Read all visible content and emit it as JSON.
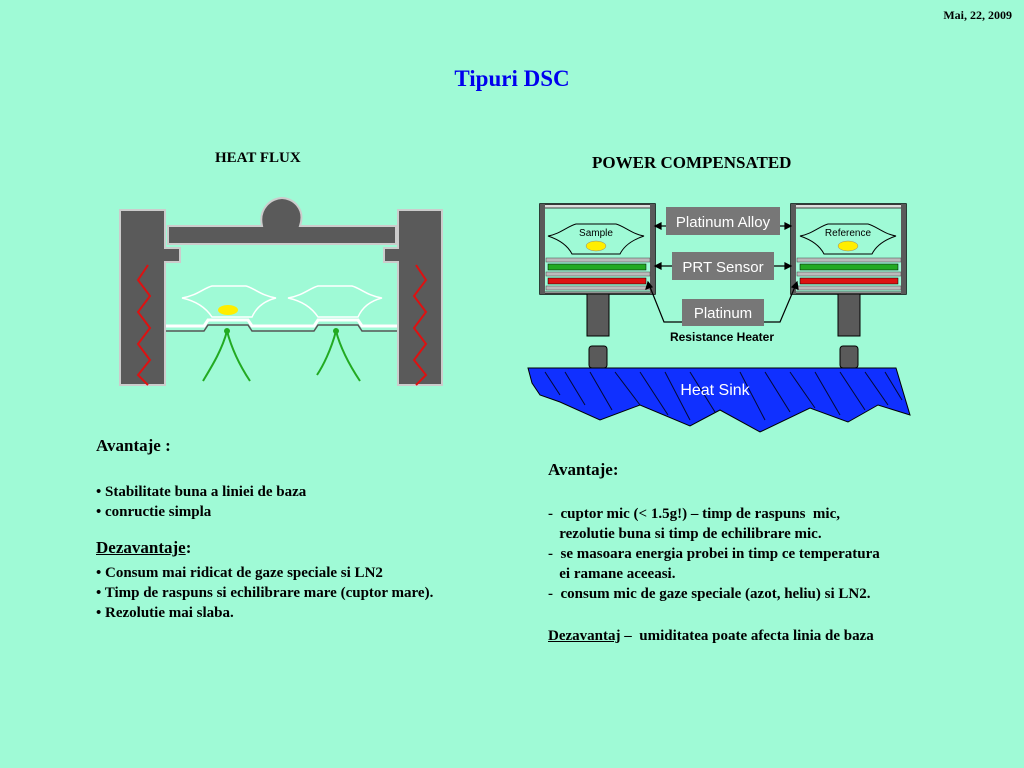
{
  "date": "Mai, 22, 2009",
  "title": "Tipuri DSC",
  "left": {
    "heading": "HEAT FLUX",
    "adv_title": "Avantaje :",
    "adv_items": [
      "• Stabilitate buna a liniei de baza",
      "• conructie simpla"
    ],
    "dis_title": "Dezavantaje",
    "dis_colon": ":",
    "dis_items": [
      "• Consum mai ridicat de gaze speciale si LN2",
      "• Timp de raspuns si echilibrare mare (cuptor mare).",
      "• Rezolutie mai slaba."
    ]
  },
  "right": {
    "heading": "POWER COMPENSATED",
    "labels": {
      "sample": "Sample",
      "reference": "Reference",
      "platinum_alloy": "Platinum Alloy",
      "prt_sensor": "PRT Sensor",
      "platinum": "Platinum",
      "resistance_heater": "Resistance Heater",
      "heat_sink": "Heat Sink"
    },
    "adv_title": "Avantaje:",
    "adv_lines": [
      "-  cuptor mic (< 1.5g!) – timp de raspuns  mic,",
      "   rezolutie buna si timp de echilibrare mic.",
      "-  se masoara energia probei in timp ce temperatura",
      "   ei ramane aceeasi.",
      "-  consum mic de gaze speciale (azot, heliu) si LN2."
    ],
    "dis_title": "Dezavantaj",
    "dis_text": " –  umiditatea poate afecta linia de baza"
  },
  "colors": {
    "background": "#9ffad6",
    "title": "#0000ee",
    "furnace_gray": "#5a5a5a",
    "heater_red": "#dd1111",
    "sensor_green": "#22aa22",
    "sample_yellow": "#ffee00",
    "heat_sink_blue": "#1030ff"
  }
}
